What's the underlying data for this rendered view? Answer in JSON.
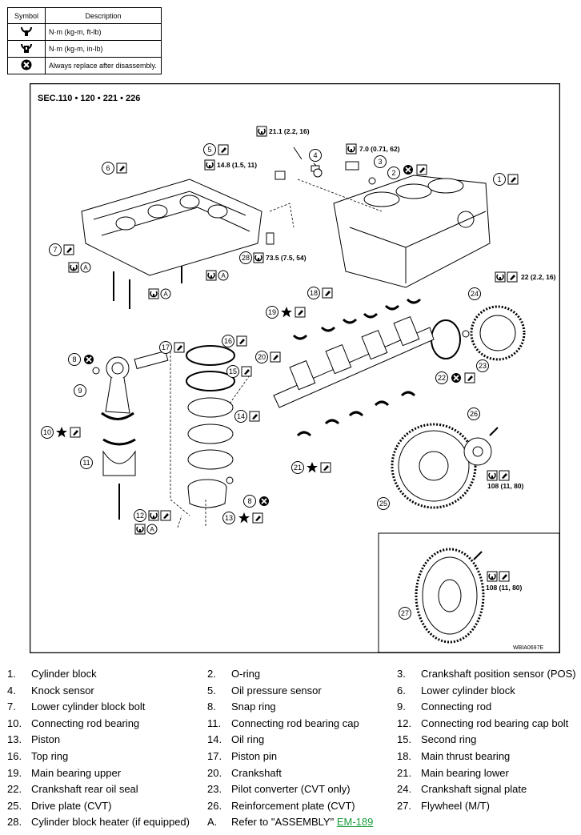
{
  "symbol_table": {
    "headers": {
      "symbol": "Symbol",
      "description": "Description"
    },
    "rows": [
      {
        "icon": "torque-wrench-icon",
        "description": "N·m (kg-m, ft-lb)"
      },
      {
        "icon": "torque-wrench-inlb-icon",
        "description": "N·m (kg-m, in-lb)"
      },
      {
        "icon": "replace-x-icon",
        "description": "Always replace after disassembly."
      }
    ]
  },
  "diagram": {
    "section": "SEC.110 • 120 • 221 • 226",
    "code": "WBIA0697E",
    "torques": {
      "t1": "21.1 (2.2, 16)",
      "t2": "7.0 (0.71, 62)",
      "t3": "14.8 (1.5, 11)",
      "t4": "73.5 (7.5, 54)",
      "t5": "22 (2.2, 16)",
      "t6": "108 (11, 80)",
      "t7": "108 (11, 80)"
    },
    "ref_a": "A"
  },
  "legend": [
    {
      "num": "1.",
      "text": "Cylinder block"
    },
    {
      "num": "2.",
      "text": "O-ring"
    },
    {
      "num": "3.",
      "text": "Crankshaft position sensor (POS)"
    },
    {
      "num": "4.",
      "text": "Knock sensor"
    },
    {
      "num": "5.",
      "text": "Oil pressure sensor"
    },
    {
      "num": "6.",
      "text": "Lower cylinder block"
    },
    {
      "num": "7.",
      "text": "Lower cylinder block bolt"
    },
    {
      "num": "8.",
      "text": "Snap ring"
    },
    {
      "num": "9.",
      "text": "Connecting rod"
    },
    {
      "num": "10.",
      "text": "Connecting rod bearing"
    },
    {
      "num": "11.",
      "text": "Connecting rod bearing cap"
    },
    {
      "num": "12.",
      "text": "Connecting rod bearing cap bolt"
    },
    {
      "num": "13.",
      "text": "Piston"
    },
    {
      "num": "14.",
      "text": "Oil ring"
    },
    {
      "num": "15.",
      "text": "Second ring"
    },
    {
      "num": "16.",
      "text": "Top ring"
    },
    {
      "num": "17.",
      "text": "Piston pin"
    },
    {
      "num": "18.",
      "text": "Main thrust bearing"
    },
    {
      "num": "19.",
      "text": "Main bearing upper"
    },
    {
      "num": "20.",
      "text": "Crankshaft"
    },
    {
      "num": "21.",
      "text": "Main bearing lower"
    },
    {
      "num": "22.",
      "text": "Crankshaft rear oil seal"
    },
    {
      "num": "23.",
      "text": "Pilot converter (CVT only)"
    },
    {
      "num": "24.",
      "text": "Crankshaft signal plate"
    },
    {
      "num": "25.",
      "text": "Drive plate (CVT)"
    },
    {
      "num": "26.",
      "text": "Reinforcement plate (CVT)"
    },
    {
      "num": "27.",
      "text": "Flywheel (M/T)"
    },
    {
      "num": "28.",
      "text": "Cylinder block heater (if equipped)"
    },
    {
      "num": "A.",
      "text": "Refer to \"ASSEMBLY\" ",
      "link": "EM-189"
    }
  ]
}
